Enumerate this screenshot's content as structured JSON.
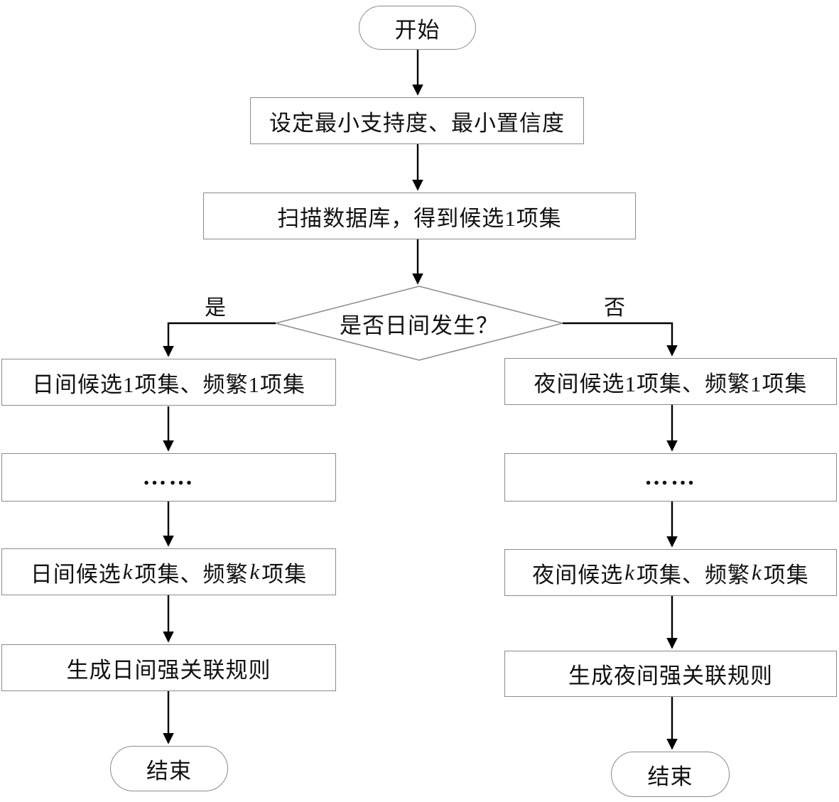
{
  "flowchart": {
    "title": "Apriori day/night association-rule mining flowchart",
    "start": {
      "label": "开始"
    },
    "set_thresholds": {
      "label": "设定最小支持度、最小置信度"
    },
    "scan_db": {
      "label": "扫描数据库，得到候选1项集"
    },
    "decision": {
      "label": "是否日间发生？",
      "yes_label": "是",
      "no_label": "否"
    },
    "day": {
      "candidate1": "日间候选1项集、频繁1项集",
      "dots": "……",
      "k_parts": {
        "p0": "日间候选",
        "k1": "k",
        "p1": "项集、频繁",
        "k2": "k",
        "p2": "项集"
      },
      "rules": "生成日间强关联规则",
      "end": "结束"
    },
    "night": {
      "candidate1": "夜间候选1项集、频繁1项集",
      "dots": "……",
      "k_parts": {
        "p0": "夜间候选",
        "k1": "k",
        "p1": "项集、频繁",
        "k2": "k",
        "p2": "项集"
      },
      "rules": "生成夜间强关联规则",
      "end": "结束"
    },
    "colors": {
      "background": "#ffffff",
      "node_border": "#8b8b8b",
      "connector": "#000000",
      "text": "#111111"
    }
  }
}
